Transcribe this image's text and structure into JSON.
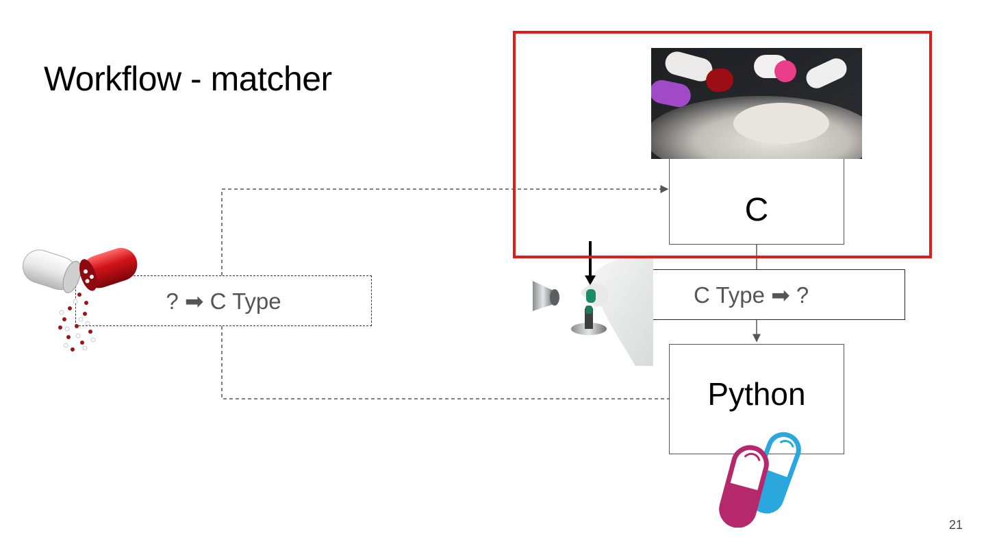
{
  "slide": {
    "title": "Workflow - matcher",
    "page_number": "21"
  },
  "nodes": {
    "c": "C",
    "python": "Python",
    "c_type_to_unknown": "C Type ➡ ?",
    "unknown_to_c_type": "? ➡ C Type"
  },
  "colors": {
    "highlight": "#e21a1a",
    "pill_red": "#c8141a",
    "pill_magenta": "#b5286b",
    "pill_cyan": "#2aa8de"
  },
  "icons": [
    "open-capsule-icon",
    "powder-pills-photo",
    "capsule-filling-photo",
    "two-capsules-icon"
  ]
}
